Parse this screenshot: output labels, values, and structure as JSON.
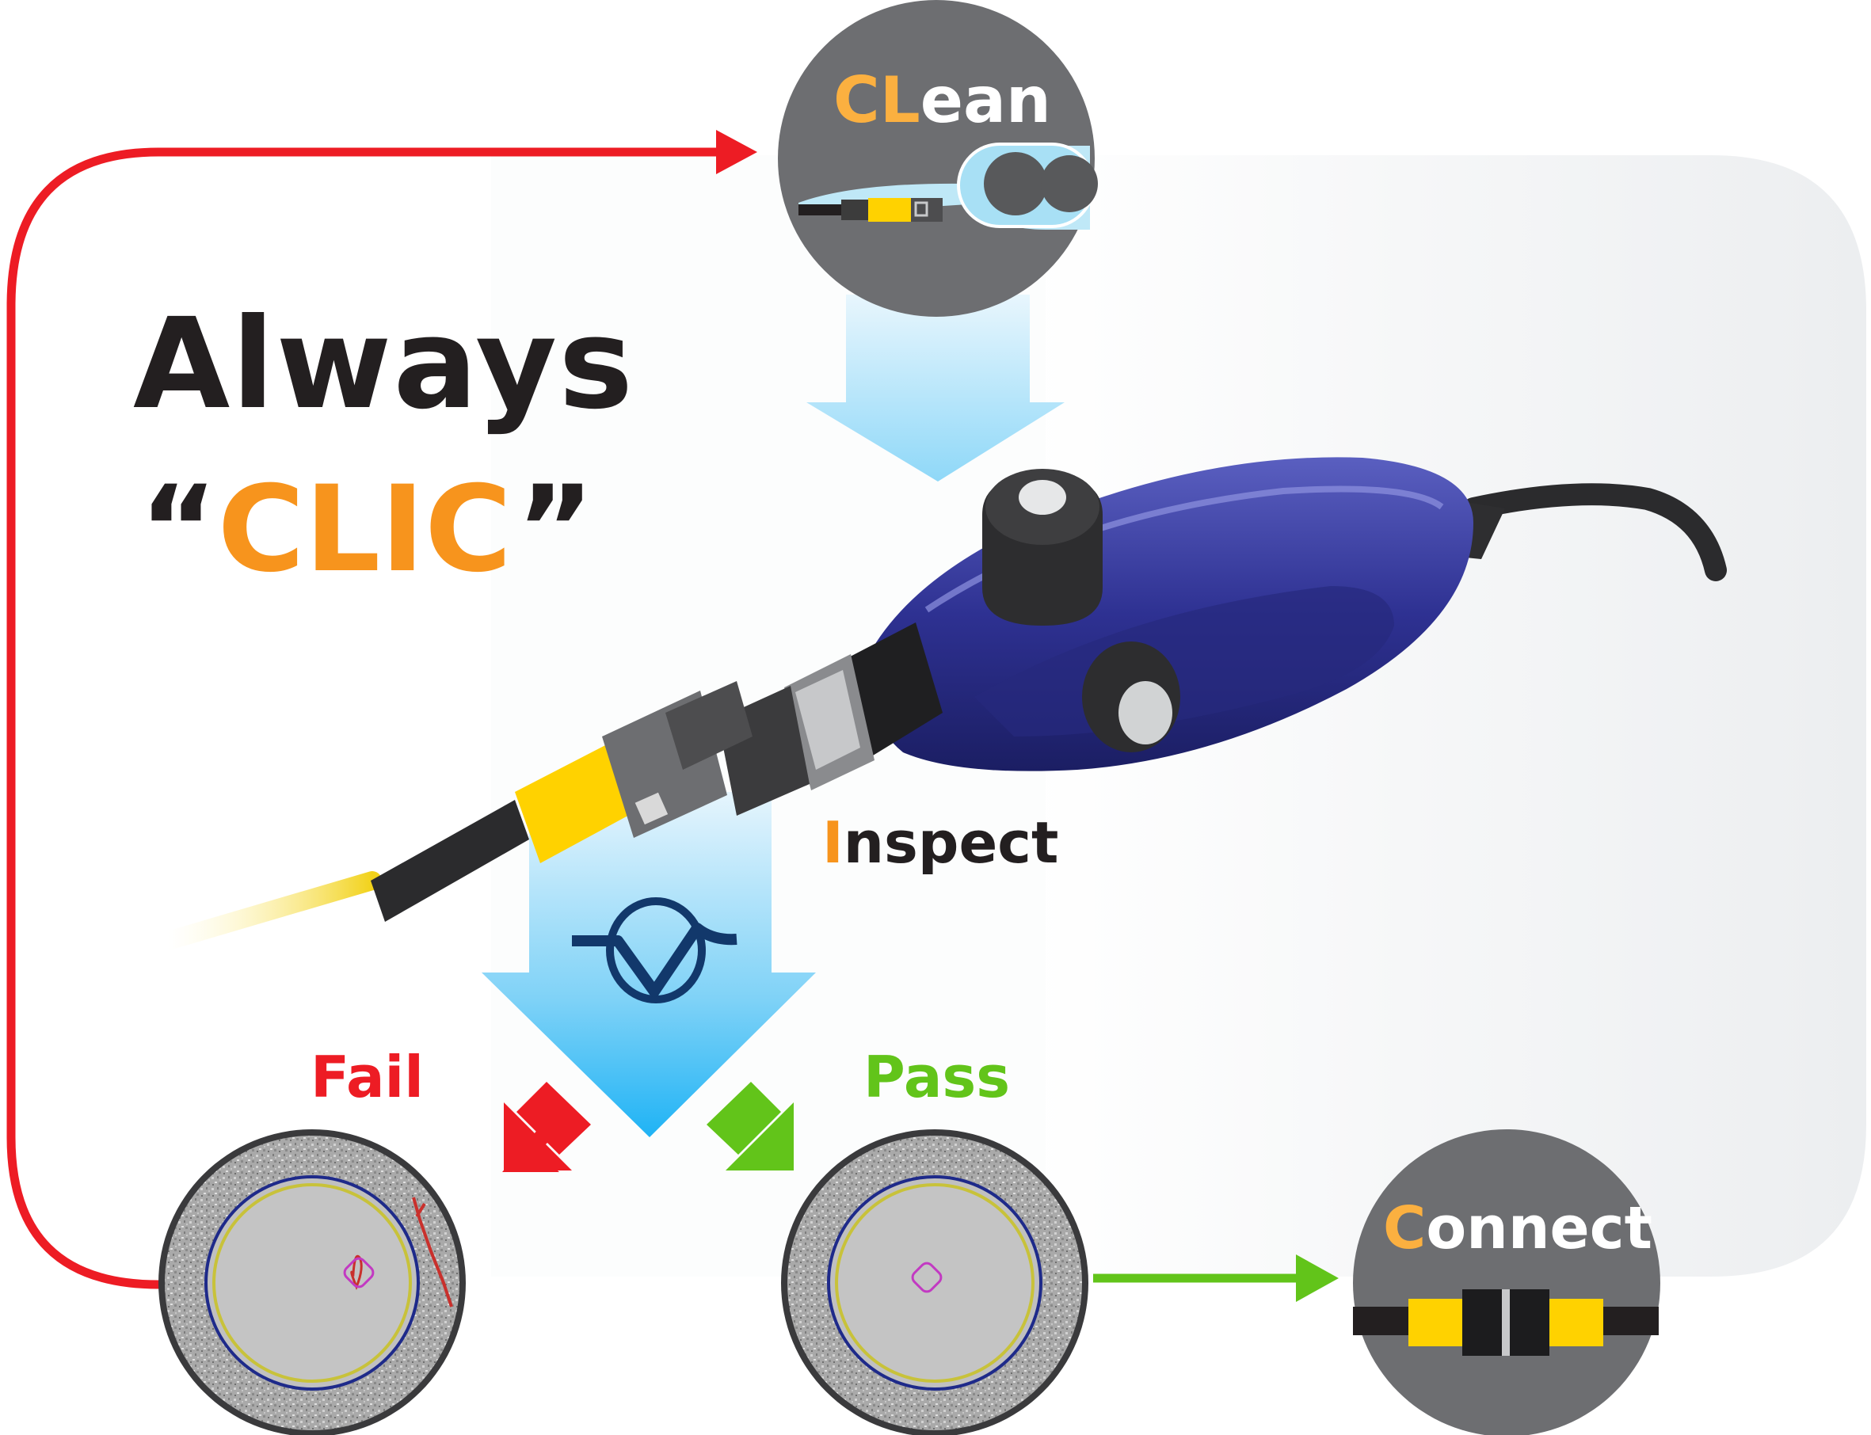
{
  "title": {
    "line1": "Always",
    "open_quote": "“",
    "acronym": "CLIC",
    "close_quote": "”"
  },
  "steps": {
    "clean": {
      "accent": "CL",
      "rest": "ean"
    },
    "inspect": {
      "accent": "I",
      "rest": "nspect"
    },
    "connect": {
      "accent": "C",
      "rest": "onnect"
    }
  },
  "results": {
    "fail": "Fail",
    "pass": "Pass"
  },
  "colors": {
    "accent_orange": "#f7941d",
    "step_accent": "#fbb040",
    "fail_red": "#ed1c24",
    "pass_green": "#62c41a",
    "circle_gray": "#6d6e71",
    "probe_blue": "#2e3192",
    "flow_arrow_blue": "#29b6f6",
    "logo_navy": "#12386b"
  },
  "icons": [
    "return-loop-arrow",
    "clean-cassette-icon",
    "inspection-probe-icon",
    "fiber-connector-icon",
    "logo-icon",
    "endface-fail-image",
    "endface-pass-image",
    "mated-connector-icon"
  ]
}
